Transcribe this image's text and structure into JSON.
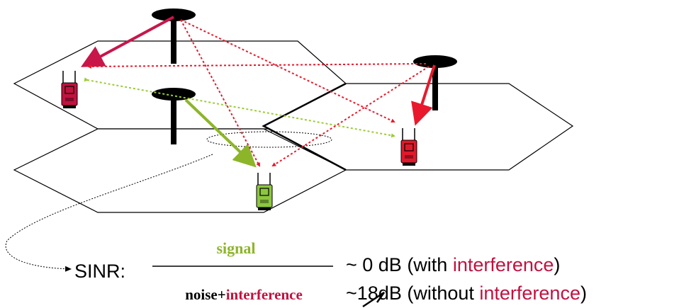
{
  "formula": {
    "lhs": "SINR",
    "colon": ":",
    "numerator": "signal",
    "denominator_noise": "noise",
    "denominator_plus": "+",
    "denominator_interference": "interference"
  },
  "results": [
    {
      "prefix": "~ 0 dB (with ",
      "highlight": "interference",
      "suffix": ")"
    },
    {
      "prefix": "~18dB (without ",
      "highlight": "interference",
      "suffix": ")"
    }
  ],
  "colors": {
    "signal": "#8db52a",
    "interference_text": "#c0123f",
    "interference_arrow": "#e8192c",
    "cross_link": "#9acd32",
    "own_signal_arrow": "#c8164a",
    "phone_red": "#e01a2b",
    "phone_crimson": "#c0123f",
    "phone_green": "#8cc63f"
  },
  "icons": [
    "base-station-antenna",
    "mobile-phone"
  ]
}
